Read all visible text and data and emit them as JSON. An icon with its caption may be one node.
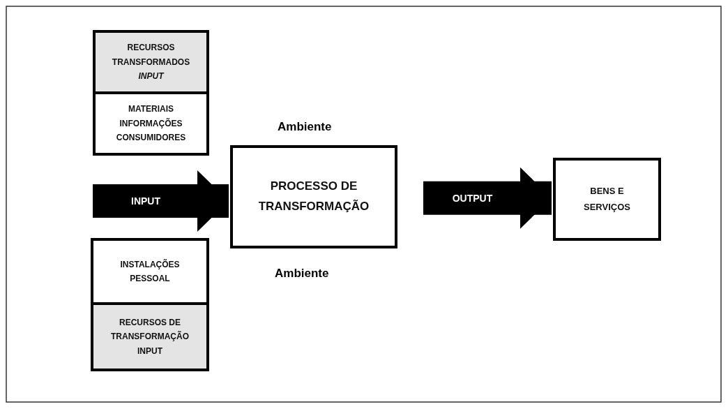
{
  "diagram": {
    "nodes": [
      {
        "text": [
          "RECURSOS TRANSFORMADOS *INPUT*"
        ]
      },
      {
        "text": [
          "MATERIAIS INFORMAÇÕES CONSUMIDORES"
        ]
      },
      {
        "text": [
          "INSTALAÇÕES PESSOAL"
        ]
      },
      {
        "text": [
          "RECURSOS DE TRANSFORMAÇÃO INPUT"
        ]
      },
      {
        "text": [
          "PROCESSO DE TRANSFORMAÇÃO"
        ]
      },
      {
        "text": [
          "BENS E SERVIÇOS"
        ]
      }
    ],
    "edges": [
      {
        "from": null,
        "to": 4,
        "arrow": "to",
        "label": "INPUT"
      },
      {
        "from": 4,
        "to": 5,
        "arrow": "to",
        "label": "OUTPUT"
      }
    ],
    "labels": [
      "Ambiente",
      "Ambiente"
    ]
  }
}
